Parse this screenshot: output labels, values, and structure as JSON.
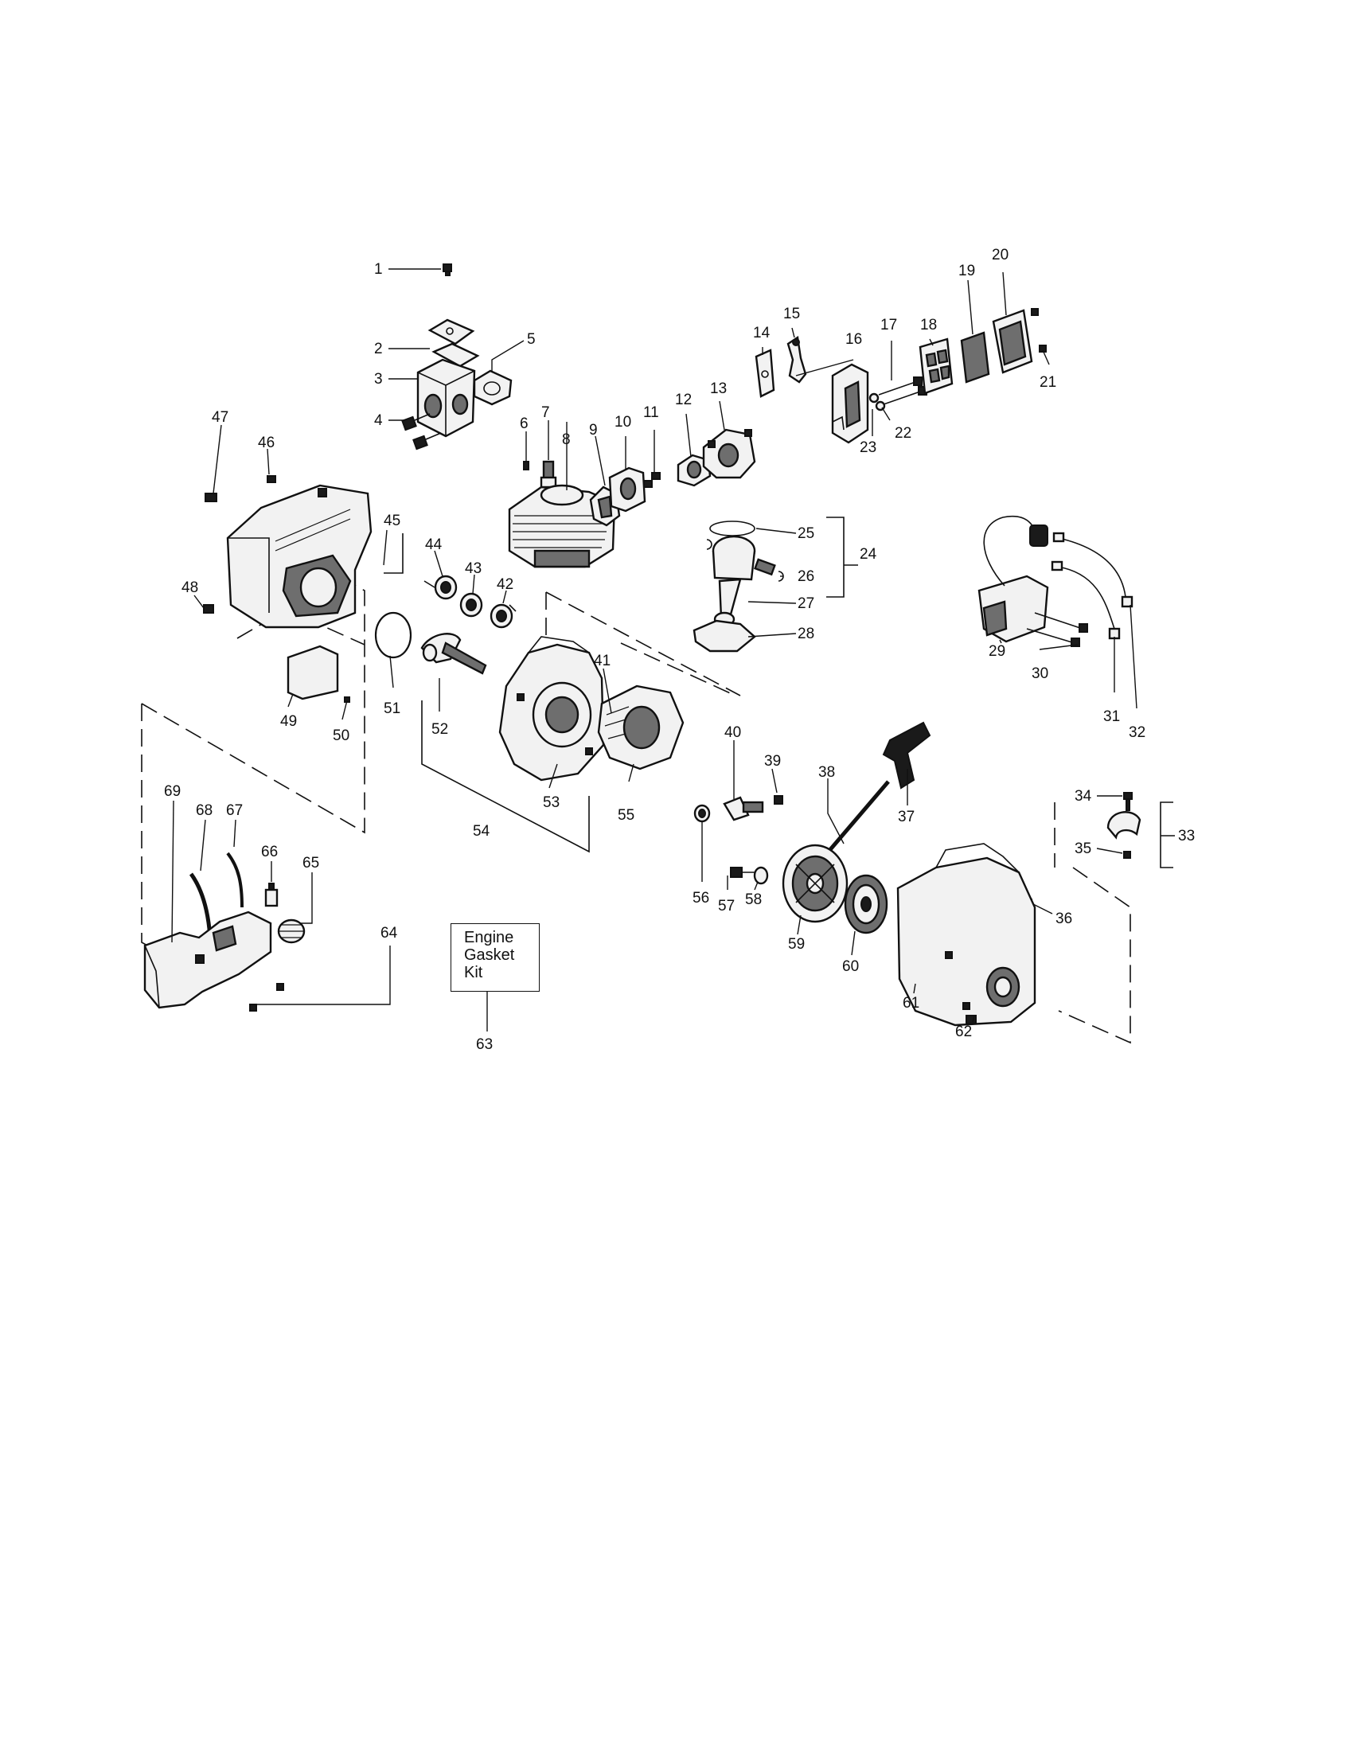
{
  "callouts": [
    "1",
    "2",
    "3",
    "4",
    "5",
    "6",
    "7",
    "8",
    "9",
    "10",
    "11",
    "12",
    "13",
    "14",
    "15",
    "16",
    "17",
    "18",
    "19",
    "20",
    "21",
    "22",
    "23",
    "24",
    "25",
    "26",
    "27",
    "28",
    "29",
    "30",
    "31",
    "32",
    "33",
    "34",
    "35",
    "36",
    "37",
    "38",
    "39",
    "40",
    "41",
    "42",
    "43",
    "44",
    "45",
    "46",
    "47",
    "48",
    "49",
    "50",
    "51",
    "52",
    "53",
    "54",
    "55",
    "56",
    "57",
    "58",
    "59",
    "60",
    "61",
    "62",
    "63",
    "64",
    "65",
    "66",
    "67",
    "68",
    "69"
  ],
  "gasket_kit_box": {
    "line1": "Engine",
    "line2": "Gasket",
    "line3": "Kit"
  },
  "colors": {
    "ink": "#111111",
    "paper": "#ffffff"
  }
}
